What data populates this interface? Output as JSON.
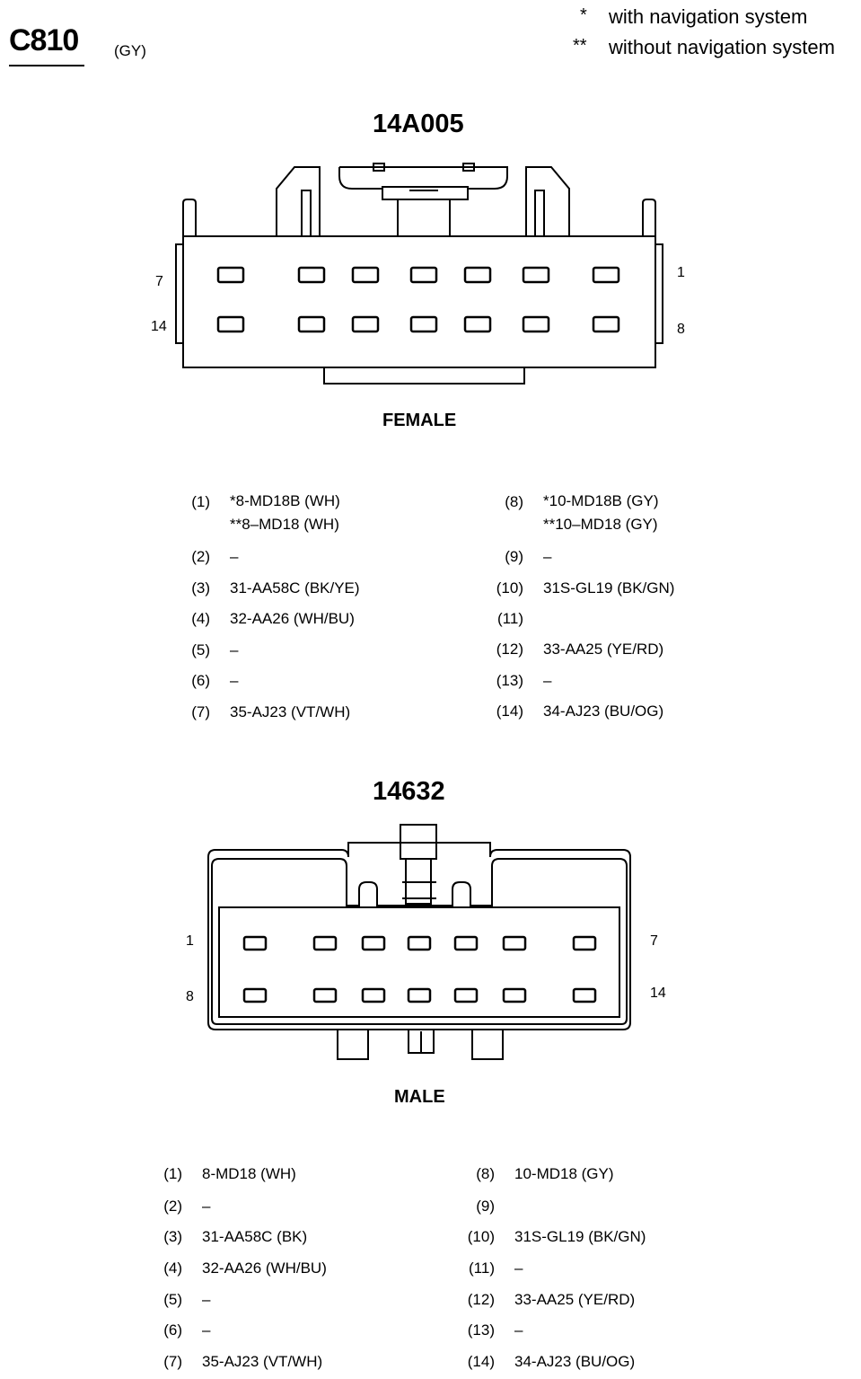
{
  "header": {
    "connector_id": "C810",
    "connector_color": "(GY)",
    "legend": [
      {
        "mark": "*",
        "text": "with navigation system"
      },
      {
        "mark": "**",
        "text": "without navigation system"
      }
    ]
  },
  "female": {
    "part_number": "14A005",
    "label": "FEMALE",
    "row_labels": {
      "left_top": "7",
      "left_bottom": "14",
      "right_top": "1",
      "right_bottom": "8"
    },
    "pins_left": [
      {
        "num": "(1)",
        "wire": "*8-MD18B (WH)\n**8–MD18 (WH)"
      },
      {
        "num": "(2)",
        "wire": "–"
      },
      {
        "num": "(3)",
        "wire": "31-AA58C (BK/YE)"
      },
      {
        "num": "(4)",
        "wire": "32-AA26 (WH/BU)"
      },
      {
        "num": "(5)",
        "wire": "–"
      },
      {
        "num": "(6)",
        "wire": "–"
      },
      {
        "num": "(7)",
        "wire": "35-AJ23 (VT/WH)"
      }
    ],
    "pins_right": [
      {
        "num": "(8)",
        "wire": "*10-MD18B (GY)\n**10–MD18 (GY)"
      },
      {
        "num": "(9)",
        "wire": "–"
      },
      {
        "num": "(10)",
        "wire": "31S-GL19 (BK/GN)"
      },
      {
        "num": "(11)",
        "wire": ""
      },
      {
        "num": "(12)",
        "wire": "33-AA25 (YE/RD)"
      },
      {
        "num": "(13)",
        "wire": "–"
      },
      {
        "num": "(14)",
        "wire": "34-AJ23 (BU/OG)"
      }
    ]
  },
  "male": {
    "part_number": "14632",
    "label": "MALE",
    "row_labels": {
      "left_top": "1",
      "left_bottom": "8",
      "right_top": "7",
      "right_bottom": "14"
    },
    "pins_left": [
      {
        "num": "(1)",
        "wire": "8-MD18 (WH)"
      },
      {
        "num": "(2)",
        "wire": "–"
      },
      {
        "num": "(3)",
        "wire": "31-AA58C (BK)"
      },
      {
        "num": "(4)",
        "wire": "32-AA26 (WH/BU)"
      },
      {
        "num": "(5)",
        "wire": "–"
      },
      {
        "num": "(6)",
        "wire": "–"
      },
      {
        "num": "(7)",
        "wire": "35-AJ23 (VT/WH)"
      }
    ],
    "pins_right": [
      {
        "num": "(8)",
        "wire": "10-MD18 (GY)"
      },
      {
        "num": "(9)",
        "wire": ""
      },
      {
        "num": "(10)",
        "wire": "31S-GL19 (BK/GN)"
      },
      {
        "num": "(11)",
        "wire": "–"
      },
      {
        "num": "(12)",
        "wire": "33-AA25 (YE/RD)"
      },
      {
        "num": "(13)",
        "wire": "–"
      },
      {
        "num": "(14)",
        "wire": "34-AJ23 (BU/OG)"
      }
    ]
  }
}
